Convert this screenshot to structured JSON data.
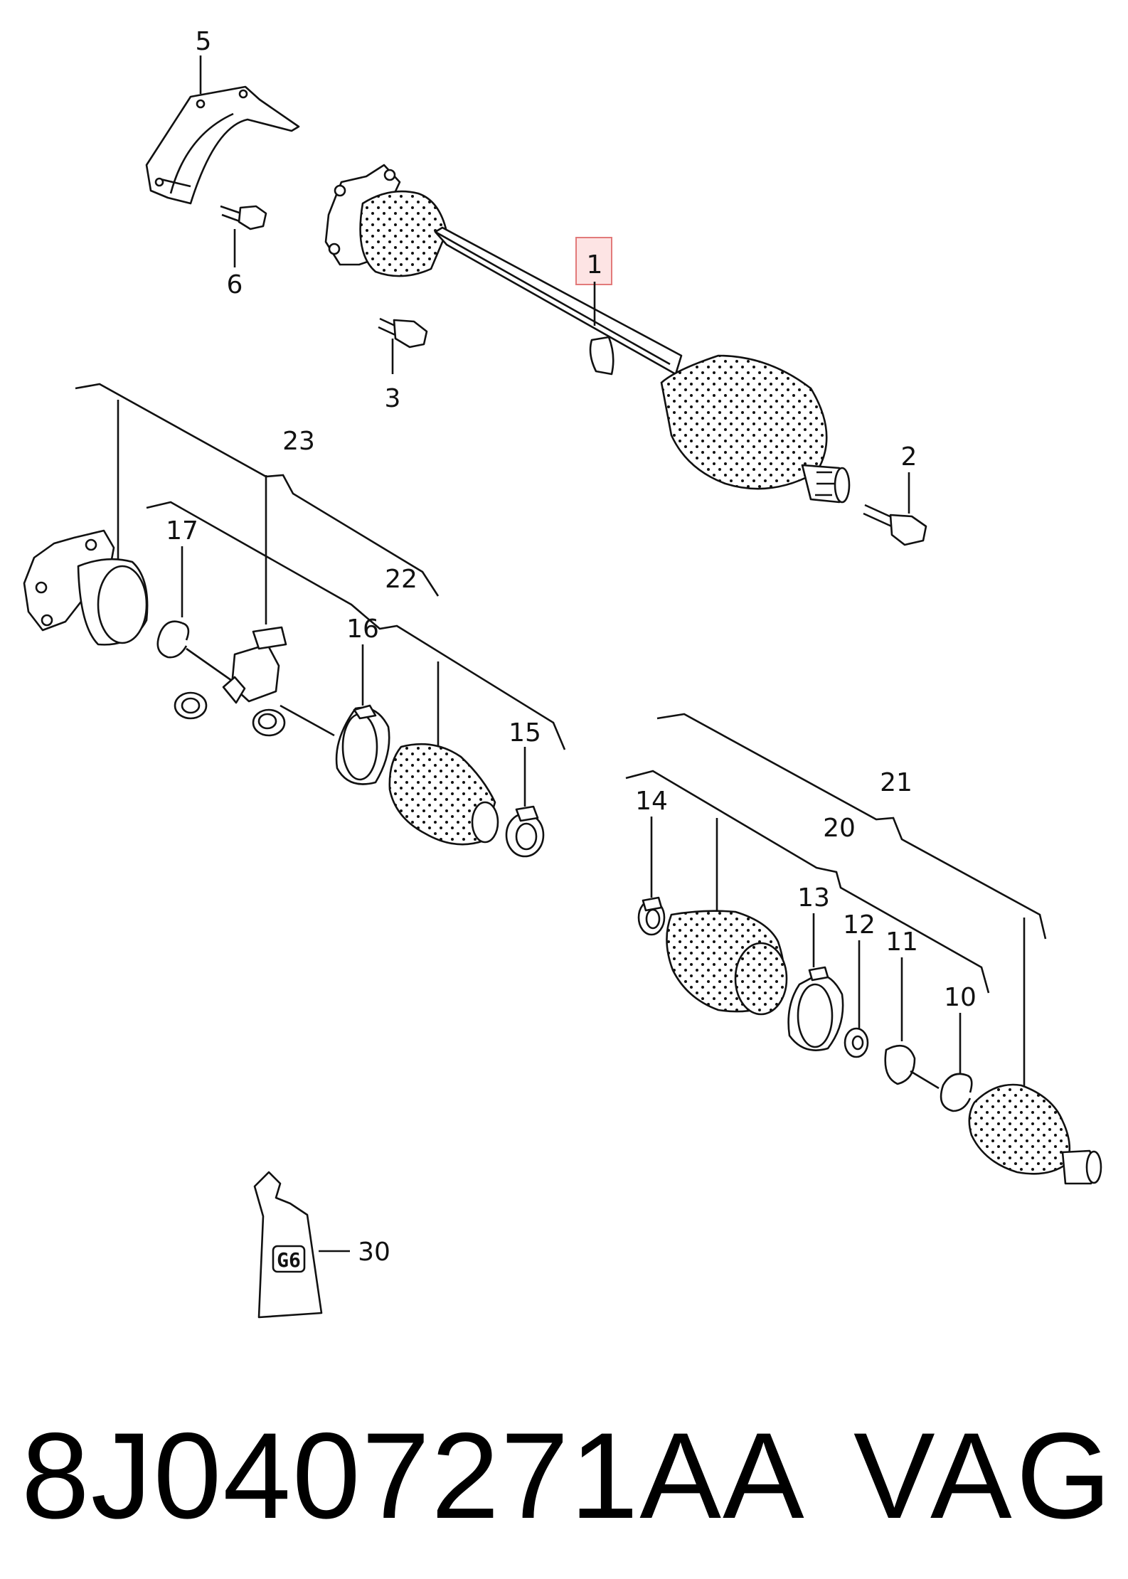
{
  "callouts": {
    "c1": "1",
    "c2": "2",
    "c3": "3",
    "c5": "5",
    "c6": "6",
    "c10": "10",
    "c11": "11",
    "c12": "12",
    "c13": "13",
    "c14": "14",
    "c15": "15",
    "c16": "16",
    "c17": "17",
    "c20": "20",
    "c21": "21",
    "c22": "22",
    "c23": "23",
    "c30": "30"
  },
  "tube_label": "G6",
  "caption": {
    "part_number": "8J0407271AA",
    "brand": "VAG"
  },
  "colors": {
    "line": "#111111",
    "highlight_fill": "#fde4e4",
    "highlight_stroke": "#e27a7a"
  }
}
